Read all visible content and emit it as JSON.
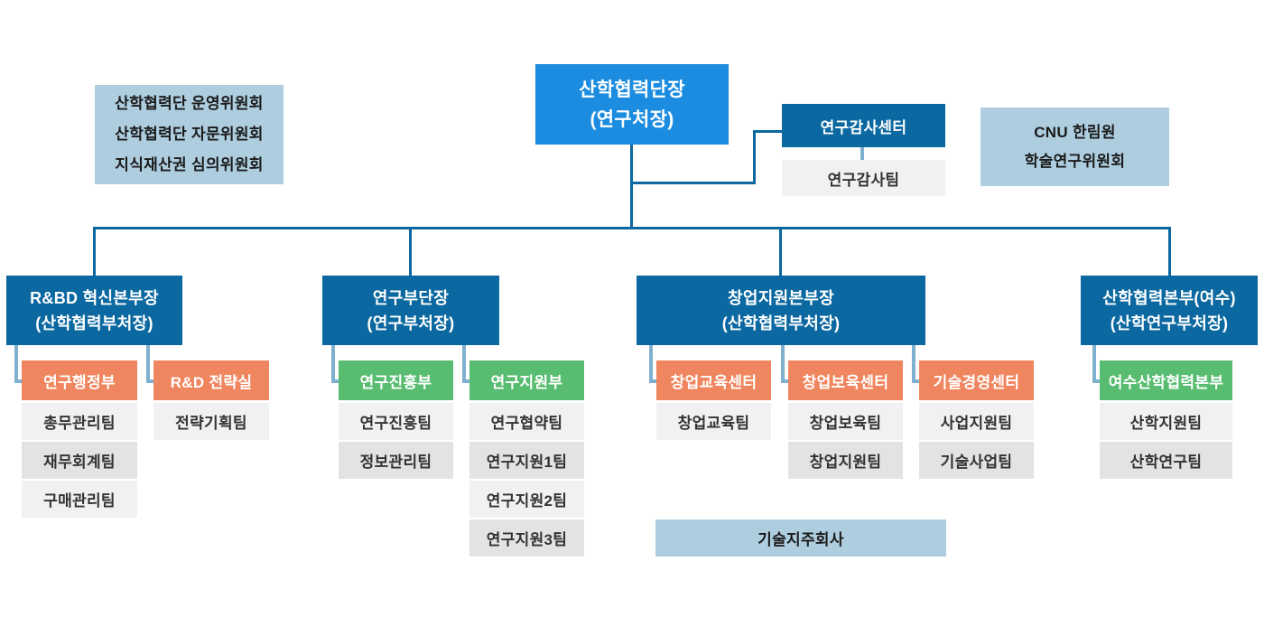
{
  "palette": {
    "root_blue": "#1b8ce0",
    "dark_blue": "#0b68a0",
    "orange": "#f0865f",
    "green": "#58bd70",
    "panel_blue": "#aecee0",
    "row_light": "#f1f1f1",
    "row_dark": "#e3e3e3",
    "connector_light_blue": "#7fb0cf",
    "team_text": "#333333"
  },
  "root": {
    "line1": "산학협력단장",
    "line2": "(연구처장)"
  },
  "left_committees": {
    "lines": [
      "산학협력단 운영위원회",
      "산학협력단 자문위원회",
      "지식재산권 심의위원회"
    ]
  },
  "audit": {
    "center": "연구감사센터",
    "team": "연구감사팀"
  },
  "cnu": {
    "line1": "CNU 한림원",
    "line2": "학술연구위원회"
  },
  "branches": [
    {
      "line1": "R&BD 혁신본부장",
      "line2": "(산학협력부처장)",
      "columns": [
        {
          "name": "연구행정부",
          "teams": [
            "총무관리팀",
            "재무회계팀",
            "구매관리팀"
          ]
        },
        {
          "name": "R&D 전략실",
          "teams": [
            "전략기획팀"
          ]
        }
      ]
    },
    {
      "line1": "연구부단장",
      "line2": "(연구부처장)",
      "columns": [
        {
          "name": "연구진흥부",
          "teams": [
            "연구진흥팀",
            "정보관리팀"
          ]
        },
        {
          "name": "연구지원부",
          "teams": [
            "연구협약팀",
            "연구지원1팀",
            "연구지원2팀",
            "연구지원3팀"
          ]
        }
      ]
    },
    {
      "line1": "창업지원본부장",
      "line2": "(산학협력부처장)",
      "columns": [
        {
          "name": "창업교육센터",
          "teams": [
            "창업교육팀"
          ]
        },
        {
          "name": "창업보육센터",
          "teams": [
            "창업보육팀",
            "창업지원팀"
          ]
        },
        {
          "name": "기술경영센터",
          "teams": [
            "사업지원팀",
            "기술사업팀"
          ]
        }
      ]
    },
    {
      "line1": "산학협력본부(여수)",
      "line2": "(산학연구부처장)",
      "columns": [
        {
          "name": "여수산학협력본부",
          "teams": [
            "산학지원팀",
            "산학연구팀"
          ]
        }
      ]
    }
  ],
  "holding_company": {
    "label": "기술지주회사"
  }
}
